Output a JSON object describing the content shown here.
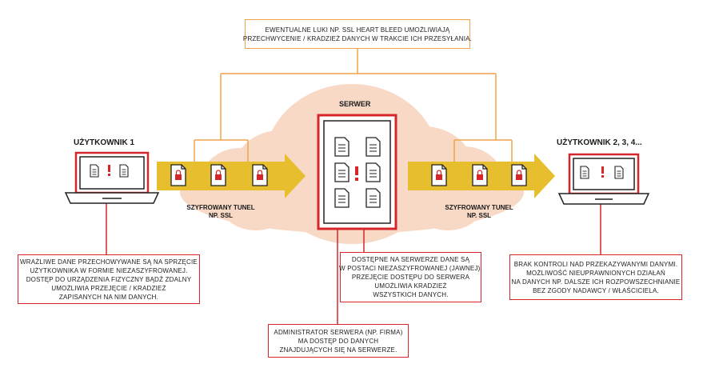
{
  "colors": {
    "accent_red": "#d6262a",
    "arrow_yellow": "#e6be2e",
    "cloud": "#f8d9c6",
    "connector_orange": "#f0a24a"
  },
  "labels": {
    "user1": "UŻYTKOWNIK 1",
    "users_other": "UŻYTKOWNIK 2, 3, 4...",
    "server": "SERWER",
    "tunnel_left_line1": "SZYFROWANY TUNEL",
    "tunnel_left_line2": "NP. SSL",
    "tunnel_right_line1": "SZYFROWANY TUNEL",
    "tunnel_right_line2": "NP. SSL"
  },
  "boxes": {
    "top": {
      "line1": "EWENTUALNE LUKI NP. SSL HEART BLEED UMOŻLIWIAJĄ",
      "line2": "PRZECHWYCENIE / KRADZIEŻ DANYCH W TRAKCIE ICH PRZESYŁANIA."
    },
    "left": {
      "line1": "WRAŻLIWE DANE PRZECHOWYWANE SĄ NA SPRZĘCIE",
      "line2": "UŻYTKOWNIKA W FORMIE NIEZASZYFROWANEJ.",
      "line3": "DOSTĘP DO URZĄDZENIA FIZYCZNY BĄDŹ ZDALNY",
      "line4": "UMOŻLIWIA PRZEJĘCIE / KRADZIEŻ",
      "line5": "ZAPISANYCH NA NIM DANYCH."
    },
    "server_info": {
      "line1": "DOSTĘPNE NA SERWERZE DANE SĄ",
      "line2": "W POSTACI NIEZASZYFROWANEJ (JAWNEJ).",
      "line3": "PRZEJĘCIE DOSTĘPU DO SERWERA",
      "line4": "UMOŻLIWIA KRADZIEŻ",
      "line5": "WSZYSTKICH DANYCH."
    },
    "admin": {
      "line1": "ADMINISTRATOR SERWERA (NP. FIRMA)",
      "line2": "MA DOSTĘP  DO DANYCH",
      "line3": "ZNAJDUJĄCYCH SIĘ NA SERWERZE."
    },
    "right": {
      "line1": "BRAK KONTROLI NAD PRZEKAZYWANYMI DANYMI.",
      "line2": "MOŻLIWOŚĆ NIEUPRAWNIONYCH DZIAŁAŃ",
      "line3": "NA DANYCH NP. DALSZE ICH ROZPOWSZECHNIANIE",
      "line4": "BEZ ZGODY NADAWCY / WŁAŚCICIELA."
    }
  }
}
